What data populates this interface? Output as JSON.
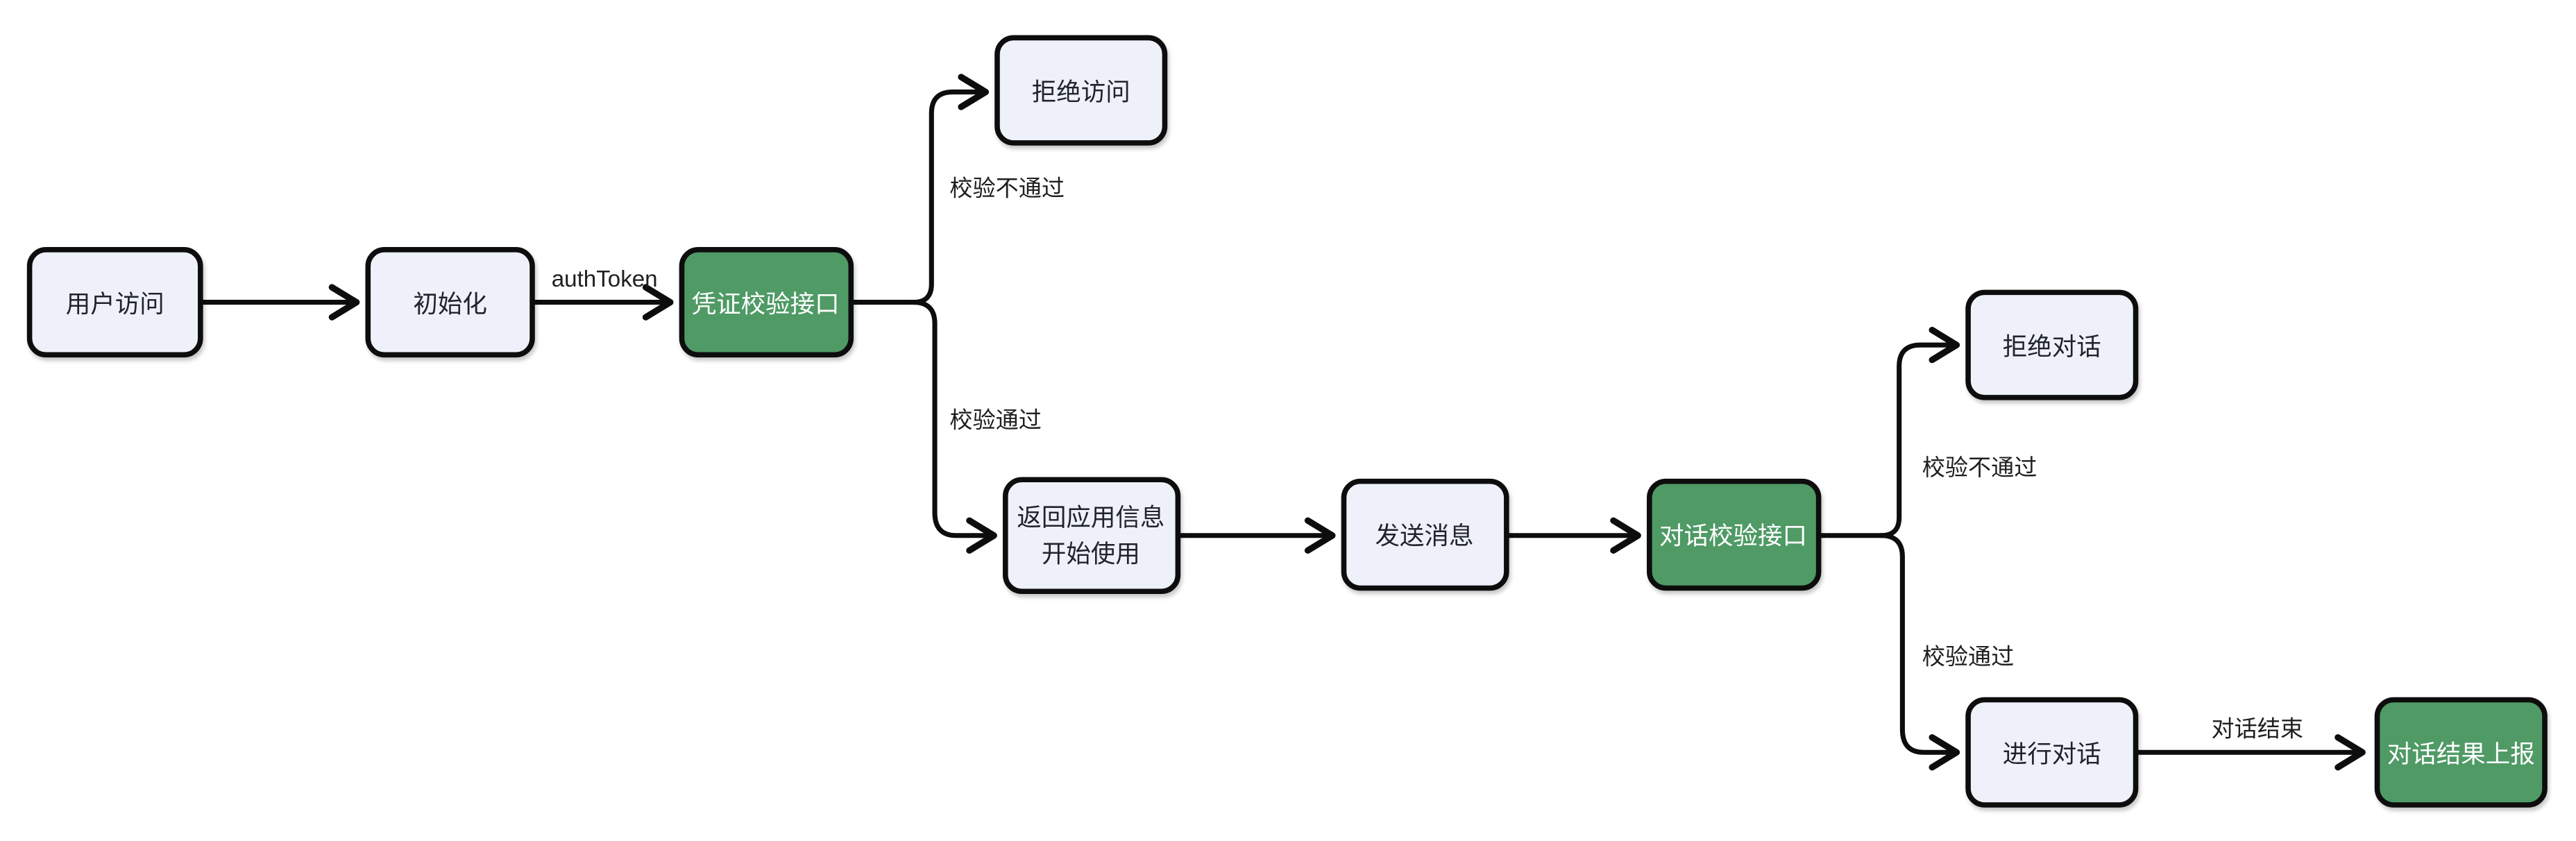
{
  "diagram": {
    "background": "#ffffff",
    "colors": {
      "node_fill": "#eef1fa",
      "node_border": "#0d0d0d",
      "accent_fill": "#509a65",
      "accent_text": "#ffffff",
      "node_text": "#20242a",
      "edge_stroke": "#0d0d0d",
      "edge_label_text": "#1f1f1f"
    },
    "nodes": [
      {
        "id": "user-access",
        "label": "用户访问",
        "type": "default"
      },
      {
        "id": "init",
        "label": "初始化",
        "type": "default"
      },
      {
        "id": "credential-check-api",
        "label": "凭证校验接口",
        "type": "accent"
      },
      {
        "id": "deny-access",
        "label": "拒绝访问",
        "type": "default"
      },
      {
        "id": "return-app-info",
        "label_line1": "返回应用信息",
        "label_line2": "开始使用",
        "type": "default"
      },
      {
        "id": "send-message",
        "label": "发送消息",
        "type": "default"
      },
      {
        "id": "dialog-check-api",
        "label": "对话校验接口",
        "type": "accent"
      },
      {
        "id": "deny-dialog",
        "label": "拒绝对话",
        "type": "default"
      },
      {
        "id": "do-dialog",
        "label": "进行对话",
        "type": "default"
      },
      {
        "id": "report-dialog-result",
        "label": "对话结果上报",
        "type": "accent"
      }
    ],
    "edge_labels": {
      "auth_token": "authToken",
      "credential_fail": "校验不通过",
      "credential_pass": "校验通过",
      "dialog_fail": "校验不通过",
      "dialog_pass": "校验通过",
      "dialog_end": "对话结束"
    },
    "edges": [
      {
        "from": "user-access",
        "to": "init",
        "label": ""
      },
      {
        "from": "init",
        "to": "credential-check-api",
        "label": "authToken"
      },
      {
        "from": "credential-check-api",
        "to": "deny-access",
        "label": "校验不通过"
      },
      {
        "from": "credential-check-api",
        "to": "return-app-info",
        "label": "校验通过"
      },
      {
        "from": "return-app-info",
        "to": "send-message",
        "label": ""
      },
      {
        "from": "send-message",
        "to": "dialog-check-api",
        "label": ""
      },
      {
        "from": "dialog-check-api",
        "to": "deny-dialog",
        "label": "校验不通过"
      },
      {
        "from": "dialog-check-api",
        "to": "do-dialog",
        "label": "校验通过"
      },
      {
        "from": "do-dialog",
        "to": "report-dialog-result",
        "label": "对话结束"
      }
    ]
  }
}
